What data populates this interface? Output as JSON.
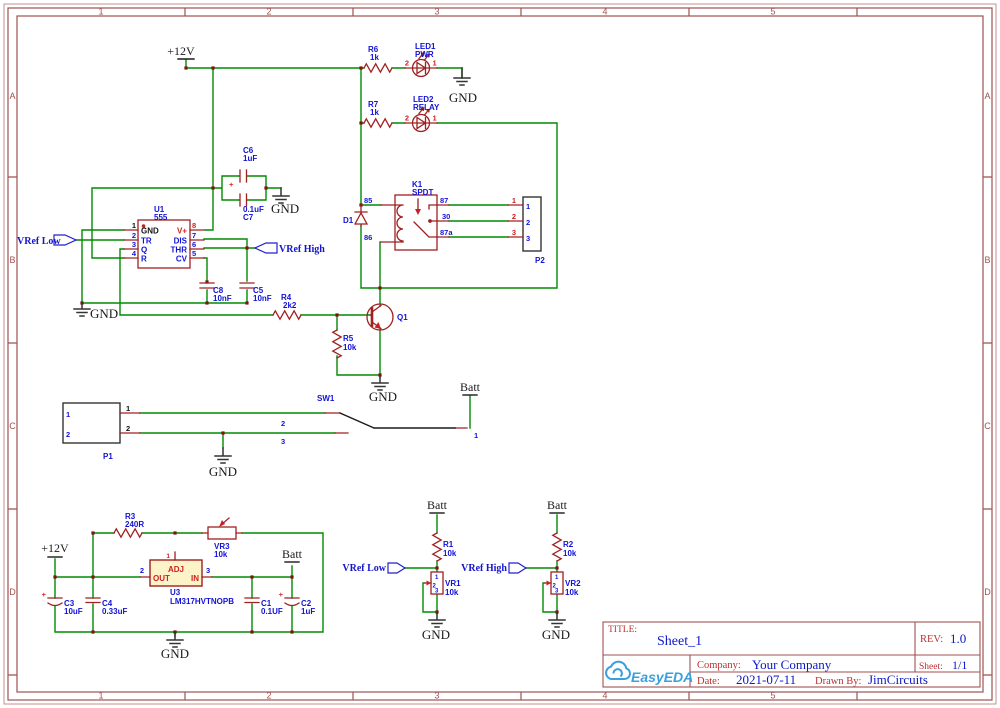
{
  "frame": {
    "cols": [
      "1",
      "2",
      "3",
      "4",
      "5"
    ],
    "rows": [
      "A",
      "B",
      "C",
      "D"
    ]
  },
  "flags": {
    "p12v": "+12V",
    "gnd": "GND",
    "batt": "Batt"
  },
  "nets": {
    "low": "VRef Low",
    "high": "VRef High"
  },
  "tb": {
    "title_label": "TITLE:",
    "title": "Sheet_1",
    "rev_label": "REV:",
    "rev": "1.0",
    "company_label": "Company:",
    "company": "Your Company",
    "sheet_label": "Sheet:",
    "sheet": "1/1",
    "date_label": "Date:",
    "date": "2021-07-11",
    "drawn_label": "Drawn By:",
    "drawn": "JimCircuits",
    "logo": "EasyEDA"
  },
  "cmp": {
    "u1": {
      "ref": "U1",
      "val": "555",
      "pins": {
        "p1": "1",
        "p2": "2",
        "p3": "3",
        "p4": "4",
        "p5": "5",
        "p6": "6",
        "p7": "7",
        "p8": "8"
      },
      "names": {
        "gnd": "GND",
        "tr": "TR",
        "q": "Q",
        "r": "R",
        "cv": "CV",
        "thr": "THR",
        "dis": "DIS",
        "vp": "V+"
      }
    },
    "u3": {
      "ref": "U3",
      "val": "LM317HVTNOPB",
      "adj": "ADJ",
      "out": "OUT",
      "in": "IN",
      "nadj": "1",
      "nout": "2",
      "nin": "3"
    },
    "k1": {
      "ref": "K1",
      "val": "SPDT",
      "p85": "85",
      "p86": "86",
      "p87": "87",
      "p30": "30",
      "p87a": "87a"
    },
    "p1": {
      "ref": "P1",
      "pins": [
        "1",
        "2"
      ]
    },
    "p2": {
      "ref": "P2",
      "pins": [
        "1",
        "2",
        "3"
      ]
    },
    "sw1": {
      "ref": "SW1",
      "pins": [
        "1",
        "2",
        "3"
      ]
    },
    "q1": {
      "ref": "Q1"
    },
    "d1": {
      "ref": "D1"
    },
    "r1": {
      "ref": "R1",
      "val": "10k"
    },
    "r2": {
      "ref": "R2",
      "val": "10k"
    },
    "r3": {
      "ref": "R3",
      "val": "240R"
    },
    "r4": {
      "ref": "R4",
      "val": "2k2"
    },
    "r5": {
      "ref": "R5",
      "val": "10k"
    },
    "r6": {
      "ref": "R6",
      "val": "1k"
    },
    "r7": {
      "ref": "R7",
      "val": "1k"
    },
    "vr1": {
      "ref": "VR1",
      "val": "10k",
      "pins": [
        "1",
        "2",
        "3"
      ]
    },
    "vr2": {
      "ref": "VR2",
      "val": "10k",
      "pins": [
        "1",
        "2",
        "3"
      ]
    },
    "vr3": {
      "ref": "VR3",
      "val": "10k"
    },
    "c1": {
      "ref": "C1",
      "val": "0.1UF"
    },
    "c2": {
      "ref": "C2",
      "val": "1uF",
      "plus": "+"
    },
    "c3": {
      "ref": "C3",
      "val": "10uF",
      "plus": "+"
    },
    "c4": {
      "ref": "C4",
      "val": "0.33uF"
    },
    "c5": {
      "ref": "C5",
      "val": "10nF"
    },
    "c6": {
      "ref": "C6",
      "val": "1uF",
      "plus": "+"
    },
    "c7": {
      "ref": "C7",
      "val": "0.1uF"
    },
    "c8": {
      "ref": "C8",
      "val": "10nF"
    },
    "led1": {
      "ref": "LED1",
      "val": "PWR",
      "a": "2",
      "k": "1"
    },
    "led2": {
      "ref": "LED2",
      "val": "RELAY",
      "a": "2",
      "k": "1"
    }
  }
}
